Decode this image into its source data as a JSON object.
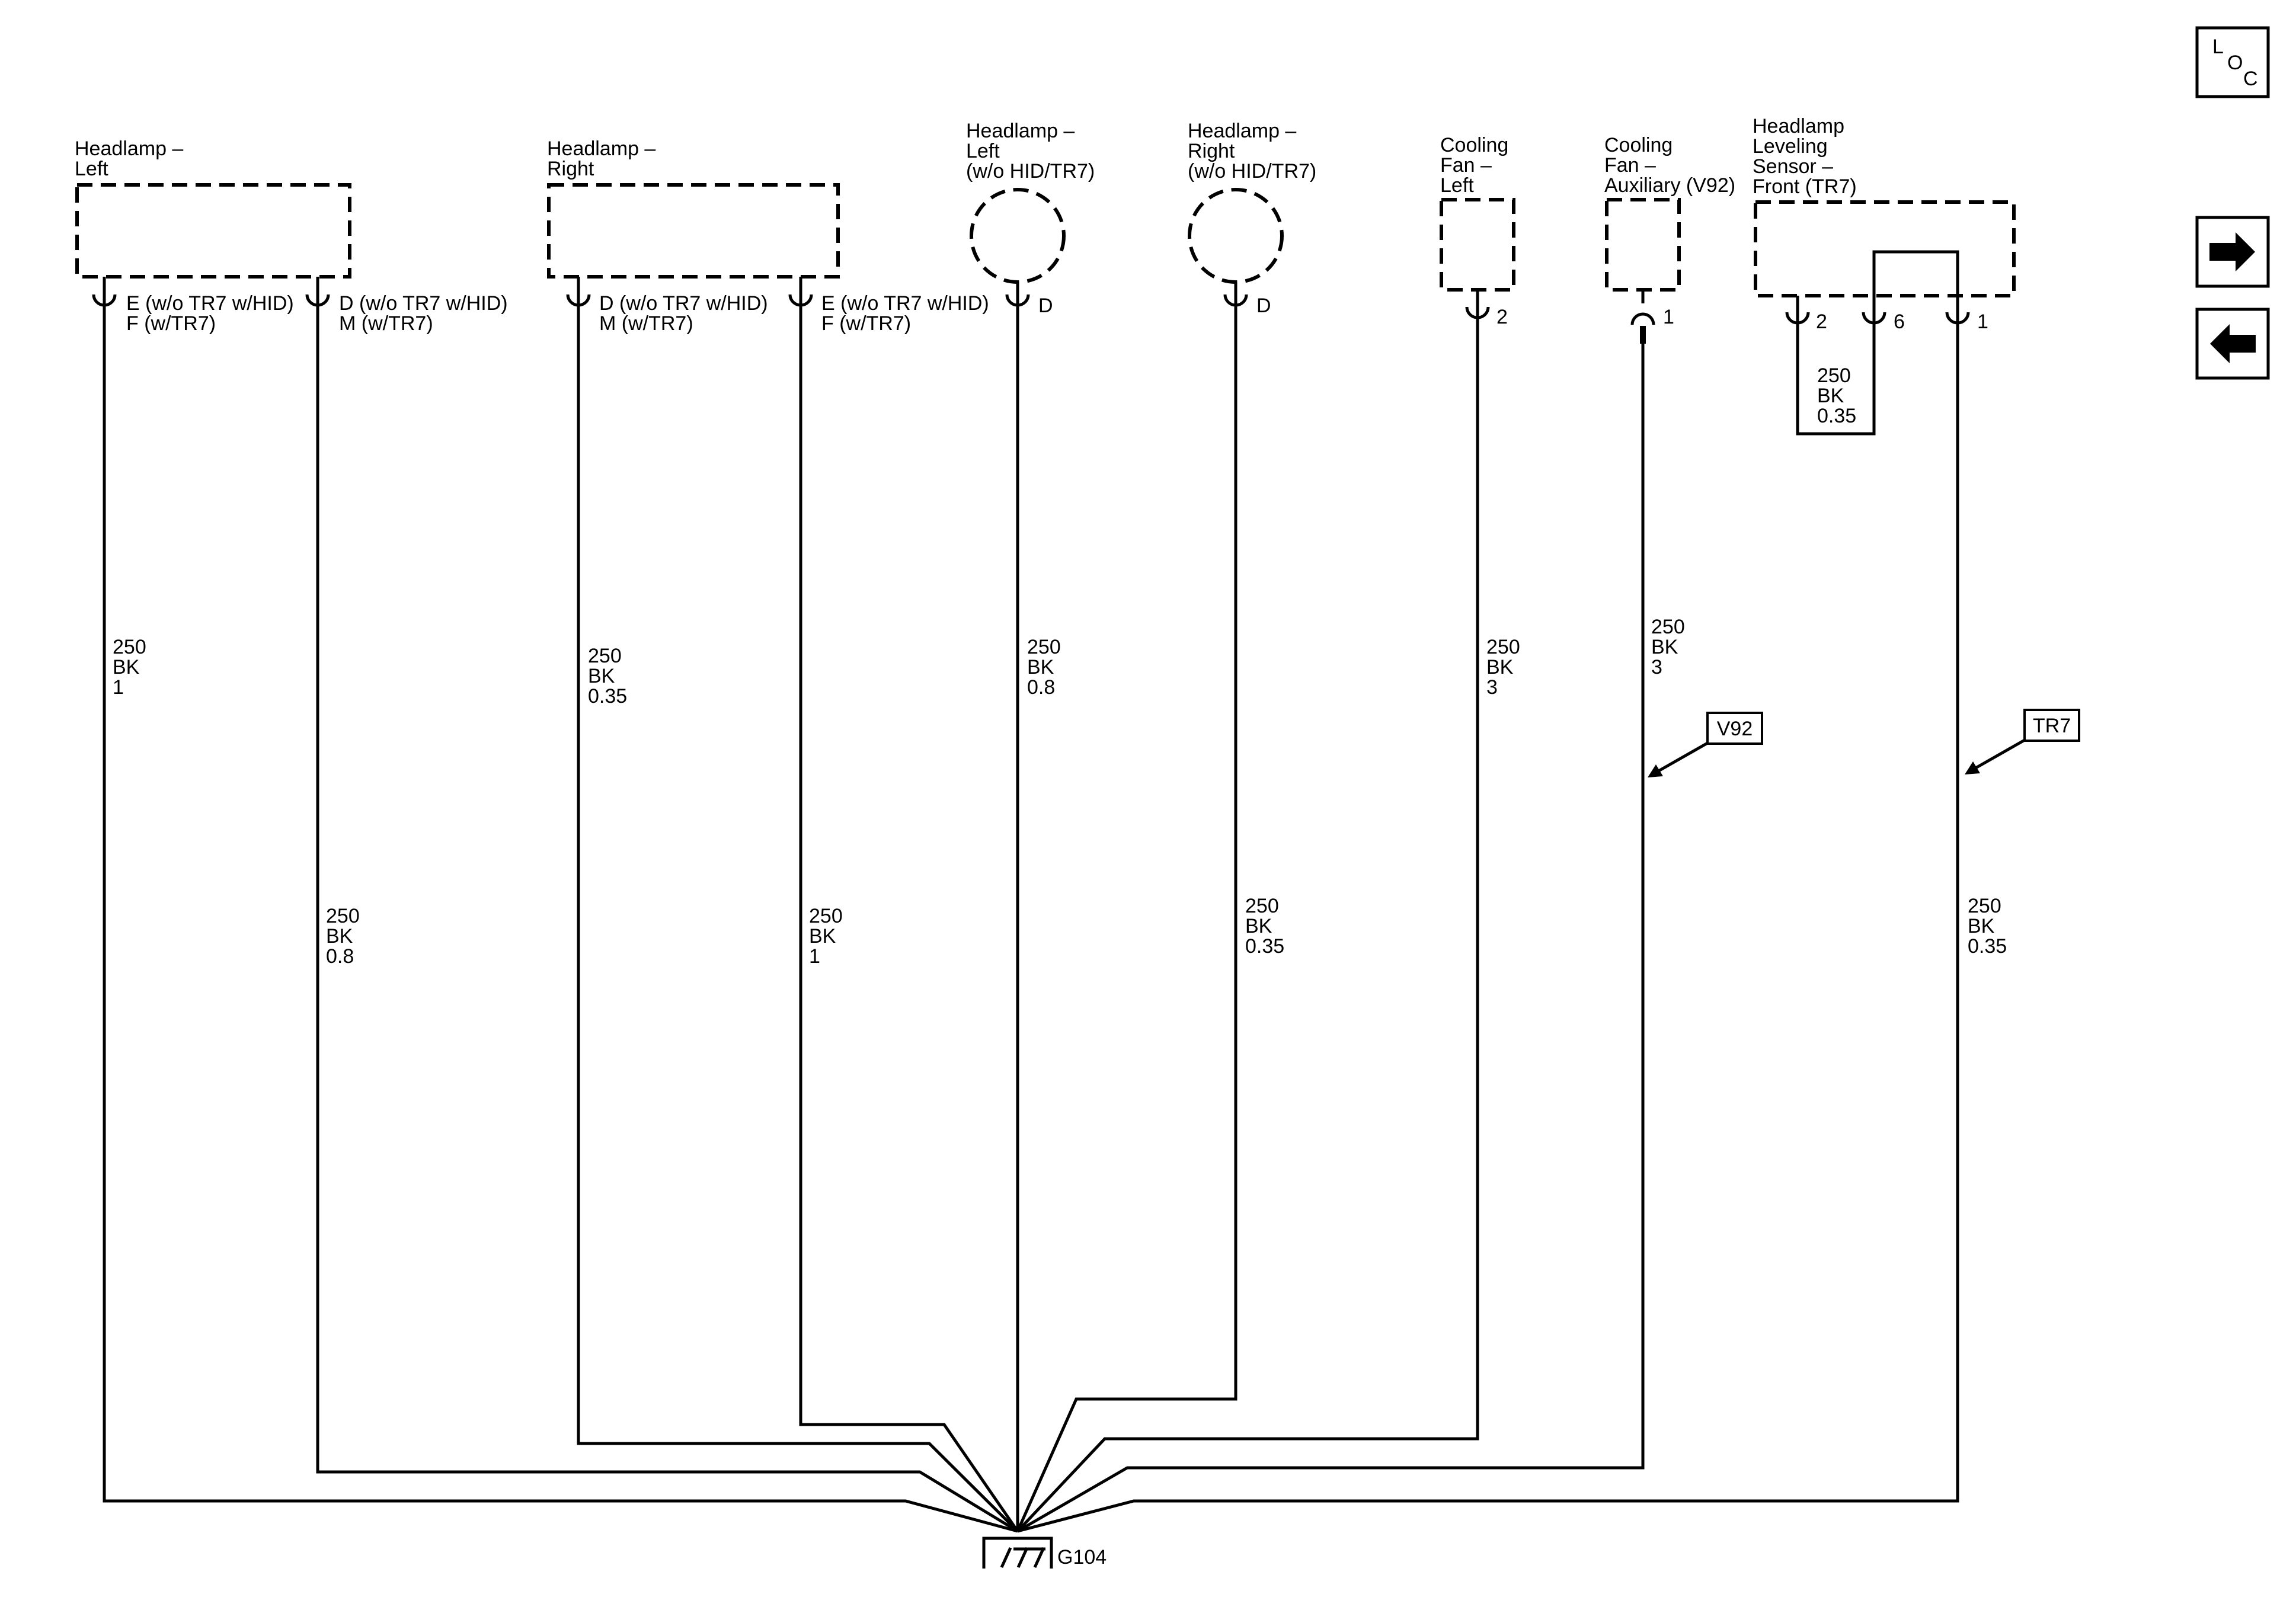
{
  "components": {
    "headlamp_left": {
      "name": [
        "Headlamp –",
        "Left"
      ],
      "pins": [
        [
          "E (w/o TR7 w/HID)",
          "F (w/TR7)"
        ],
        [
          "D (w/o TR7 w/HID)",
          "M (w/TR7)"
        ]
      ]
    },
    "headlamp_right": {
      "name": [
        "Headlamp –",
        "Right"
      ],
      "pins": [
        [
          "D (w/o TR7 w/HID)",
          "M (w/TR7)"
        ],
        [
          "E (w/o TR7 w/HID)",
          "F (w/TR7)"
        ]
      ]
    },
    "headlamp_left_nohid": {
      "name": [
        "Headlamp –",
        "Left",
        "(w/o HID/TR7)"
      ],
      "pin": "D"
    },
    "headlamp_right_nohid": {
      "name": [
        "Headlamp –",
        "Right",
        "(w/o HID/TR7)"
      ],
      "pin": "D"
    },
    "cooling_fan_left": {
      "name": [
        "Cooling",
        "Fan –",
        "Left"
      ],
      "pin": "2"
    },
    "cooling_fan_aux": {
      "name": [
        "Cooling",
        "Fan –",
        "Auxiliary (V92)"
      ],
      "pin": "1"
    },
    "leveling_sensor": {
      "name": [
        "Headlamp",
        "Leveling",
        "Sensor –",
        "Front (TR7)"
      ],
      "pins": [
        "2",
        "6",
        "1"
      ]
    }
  },
  "wires": {
    "w1": [
      "250",
      "BK",
      "1"
    ],
    "w2": [
      "250",
      "BK",
      "0.8"
    ],
    "w3": [
      "250",
      "BK",
      "0.35"
    ],
    "w4": [
      "250",
      "BK",
      "1"
    ],
    "w5": [
      "250",
      "BK",
      "0.8"
    ],
    "w6": [
      "250",
      "BK",
      "0.35"
    ],
    "w7": [
      "250",
      "BK",
      "3"
    ],
    "w8": [
      "250",
      "BK",
      "3"
    ],
    "w9": [
      "250",
      "BK",
      "0.35"
    ],
    "jumper": [
      "250",
      "BK",
      "0.35"
    ]
  },
  "options": {
    "v92": "V92",
    "tr7": "TR7"
  },
  "ground": {
    "label": "G104"
  },
  "nav": {
    "loc": [
      "L",
      "O",
      "C"
    ],
    "icons": [
      "arrow-right-icon",
      "arrow-left-icon"
    ]
  }
}
